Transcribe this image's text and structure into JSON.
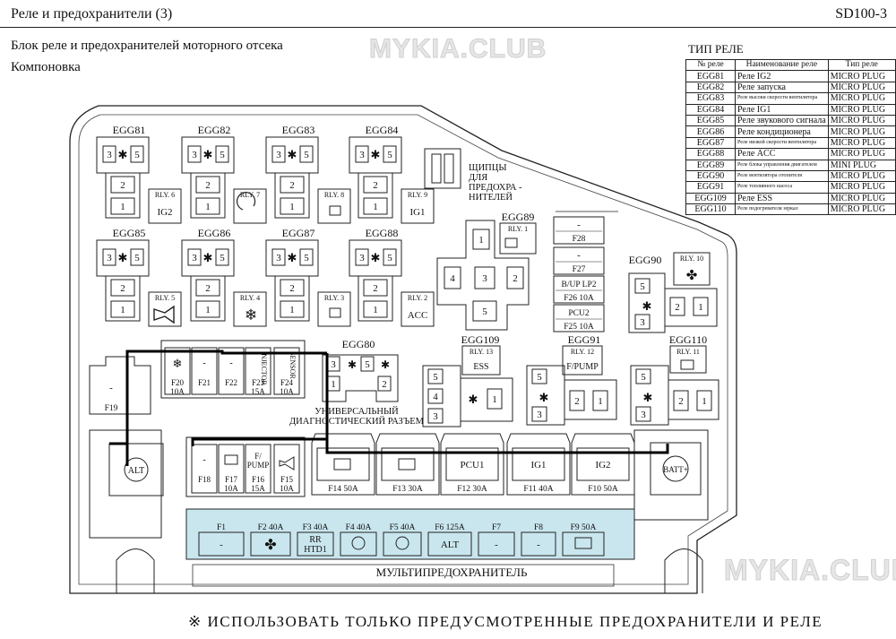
{
  "header": {
    "title": "Реле   и предохранители    (3)",
    "code": "SD100-3"
  },
  "block": {
    "title": "Блок  реле  и предохранителей    моторного  отсека",
    "subtitle": "Компоновка"
  },
  "watermark": "MYKIA.CLUB",
  "relay_table": {
    "title": "ТИП РЕЛЕ",
    "headers": [
      "№ реле",
      "Наименование   реле",
      "Тип реле"
    ],
    "rows": [
      [
        "EGG81",
        "Реле  IG2",
        "MICRO PLUG"
      ],
      [
        "EGG82",
        "Реле   запуска",
        "MICRO PLUG"
      ],
      [
        "EGG83",
        "Реле высоки скорости вентилятора",
        "MICRO PLUG"
      ],
      [
        "EGG84",
        "Реле  IG1",
        "MICRO PLUG"
      ],
      [
        "EGG85",
        "Реле звукового   сигнала",
        "MICRO PLUG"
      ],
      [
        "EGG86",
        "Реле   кондиционера",
        "MICRO PLUG"
      ],
      [
        "EGG87",
        "Реле низкой скорости вентилятора",
        "MICRO PLUG"
      ],
      [
        "EGG88",
        "Реле   ACC",
        "MICRO PLUG"
      ],
      [
        "EGG89",
        "Реле блока управления двигателем",
        "MINI PLUG"
      ],
      [
        "EGG90",
        "Реле вентилятора отопителя",
        "MICRO PLUG"
      ],
      [
        "EGG91",
        "Реле топливного насоса",
        "MICRO PLUG"
      ],
      [
        "EGG109",
        "Реле   ESS",
        "MICRO PLUG"
      ],
      [
        "EGG110",
        "Реле подогревателя зеркал",
        "MICRO PLUG"
      ]
    ],
    "small_rows": [
      2,
      6,
      8,
      9,
      10,
      12
    ]
  },
  "relays_top": [
    {
      "id": "EGG81",
      "rly": "RLY. 6",
      "label": "IG2"
    },
    {
      "id": "EGG82",
      "rly": "RLY. 7",
      "label": ""
    },
    {
      "id": "EGG83",
      "rly": "RLY. 8",
      "label": ""
    },
    {
      "id": "EGG84",
      "rly": "RLY. 9",
      "label": "IG1"
    },
    {
      "id": "EGG85",
      "rly": "RLY. 5",
      "label": ""
    },
    {
      "id": "EGG86",
      "rly": "RLY. 4",
      "label": ""
    },
    {
      "id": "EGG87",
      "rly": "RLY. 3",
      "label": ""
    },
    {
      "id": "EGG88",
      "rly": "RLY. 2",
      "label": "ACC"
    }
  ],
  "pins": {
    "p1": "1",
    "p2": "2",
    "p3": "3",
    "p4": "4",
    "p5": "5",
    "star": "✱"
  },
  "pullers": "ЩИПЦЫ ДЛЯ ПРЕДОХРА - НИТЕЛЕЙ",
  "pullers_lines": [
    "ЩИПЦЫ",
    "ДЛЯ",
    "ПРЕДОХРА -",
    "НИТЕЛЕЙ"
  ],
  "egg89": {
    "id": "EGG89",
    "rly": "RLY. 1"
  },
  "egg90": {
    "id": "EGG90",
    "rly": "RLY. 10"
  },
  "egg80": {
    "id": "EGG80",
    "caption_lines": [
      "УНИВЕРСАЛЬНЫЙ",
      "ДИАГНОСТИЧЕСКИЙ РАЗЪЕМ"
    ]
  },
  "egg109": {
    "id": "EGG109",
    "rly": "RLY. 13",
    "label": "ESS"
  },
  "egg91": {
    "id": "EGG91",
    "rly": "RLY. 12",
    "label": "F/PUMP"
  },
  "egg110": {
    "id": "EGG110",
    "rly": "RLY. 11"
  },
  "mid_fuses": [
    {
      "dash": "-",
      "name": "F28"
    },
    {
      "dash": "-",
      "name": "F27"
    },
    {
      "label": "B/UP LP2",
      "name": "F26 10A"
    },
    {
      "label": "PCU2",
      "name": "F25 10A"
    }
  ],
  "row_fuses": [
    {
      "top": "",
      "name": "F20 10A"
    },
    {
      "top": "-",
      "name": "F21"
    },
    {
      "top": "-",
      "name": "F22"
    },
    {
      "top": "INJECTOR",
      "name": "F23 15A"
    },
    {
      "top": "SENSOR",
      "name": "F24 10A"
    }
  ],
  "f19": {
    "dash": "-",
    "name": "F19"
  },
  "alt": "ALT",
  "batt": "BATT+",
  "low_fuses": [
    {
      "top": "-",
      "name": "F18"
    },
    {
      "top": "",
      "name": "F17 10A"
    },
    {
      "top": "F/ PUMP",
      "name": "F16 15A"
    },
    {
      "top": "",
      "name": "F15 10A"
    }
  ],
  "cart_fuses": [
    {
      "label": "",
      "name": "F14 50A"
    },
    {
      "label": "",
      "name": "F13 30A"
    },
    {
      "label": "PCU1",
      "name": "F12 30A"
    },
    {
      "label": "IG1",
      "name": "F11 40A"
    },
    {
      "label": "IG2",
      "name": "F10 50A"
    }
  ],
  "multi_fuses": [
    {
      "name": "F1",
      "label": "-"
    },
    {
      "name": "F2 40A",
      "label": ""
    },
    {
      "name": "F3 40A",
      "label": "RR HTD1"
    },
    {
      "name": "F4 40A",
      "label": "ABS"
    },
    {
      "name": "F5 40A",
      "label": "ABS"
    },
    {
      "name": "F6 125A",
      "label": "ALT"
    },
    {
      "name": "F7",
      "label": "-"
    },
    {
      "name": "F8",
      "label": "-"
    },
    {
      "name": "F9 50A",
      "label": ""
    }
  ],
  "multi_caption": "МУЛЬТИПРЕДОХРАНИТЕЛЬ",
  "footer": "※  ИСПОЛЬЗОВАТЬ   ТОЛЬКО  ПРЕДУСМОТРЕННЫЕ   ПРЕДОХРАНИТЕЛИ   И РЕЛЕ",
  "colors": {
    "multi_fill": "#c9e6ee",
    "line": "#222222",
    "wire": "#000000"
  }
}
